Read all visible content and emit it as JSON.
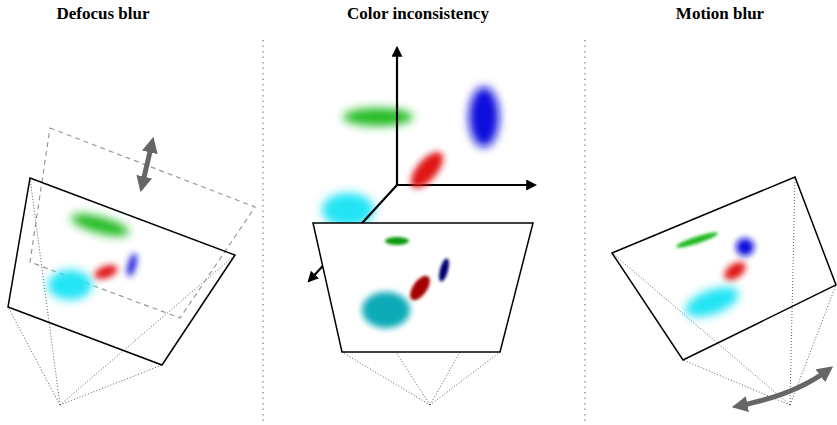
{
  "diagram": {
    "labels": [
      "Defocus blur",
      "Color inconsistency",
      "Motion blur"
    ]
  }
}
